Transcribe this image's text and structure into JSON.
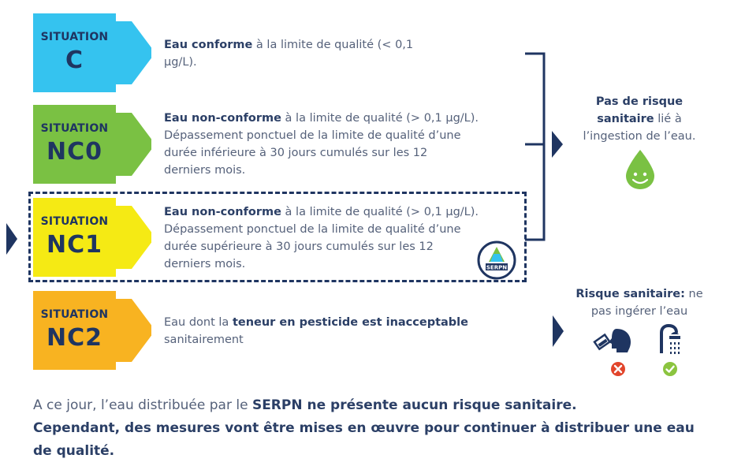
{
  "situations": [
    {
      "label": "SITUATION",
      "code": "C",
      "color": "#35c3ef",
      "desc_bold": "Eau conforme",
      "desc_rest": " à la limite de qualité (< 0,1 µg/L).",
      "desc_line2": "µg/L)."
    },
    {
      "label": "SITUATION",
      "code": "NC0",
      "color": "#7ac143",
      "desc_bold": "Eau non-conforme",
      "desc_rest": " à la limite de qualité (> 0,1 µg/L).",
      "desc_more": [
        "Dépassement ponctuel de la limite de qualité d’une",
        "durée inférieure à 30 jours cumulés sur les 12",
        "derniers mois."
      ]
    },
    {
      "label": "SITUATION",
      "code": "NC1",
      "color": "#f5ea14",
      "desc_bold": "Eau non-conforme",
      "desc_rest": " à la limite de qualité (> 0,1 µg/L).",
      "desc_more": [
        "Dépassement ponctuel de la limite de qualité d’une",
        "durée supérieure à 30 jours cumulés sur les 12",
        "derniers mois."
      ]
    },
    {
      "label": "SITUATION",
      "code": "NC2",
      "color": "#f8b321",
      "desc_plain1": "Eau dont la ",
      "desc_bold": "teneur en pesticide est inacceptable",
      "desc_line2": "sanitairement"
    }
  ],
  "c_desc_line1_rest": " à la limite de qualité (< 0,1",
  "right_top": {
    "bold1": "Pas de risque",
    "bold2": "sanitaire",
    "rest2": " lié à",
    "line3": "l’ingestion de l’eau."
  },
  "right_bottom": {
    "bold": "Risque sanitaire:",
    "rest": " ne",
    "line2": "pas ingérer l’eau"
  },
  "logo_text": "SERPN",
  "bottom": {
    "plain1": "A ce jour, l’eau distribuée par le ",
    "bold1": "SERPN ne présente aucun risque sanitaire.",
    "line2": "Cependant, des mesures vont être mises en œuvre pour continuer à distribuer une eau",
    "line3": "de qualité."
  },
  "colors": {
    "navy": "#1f3561",
    "cyan": "#35c3ef",
    "green": "#7ac143",
    "yellow": "#f5ea14",
    "orange": "#f8b321",
    "red": "#e2452b",
    "check": "#8bc43f"
  },
  "icons": [
    "water-drop-smile-icon",
    "no-drinking-icon",
    "shower-icon",
    "red-cross-icon",
    "green-check-icon"
  ]
}
